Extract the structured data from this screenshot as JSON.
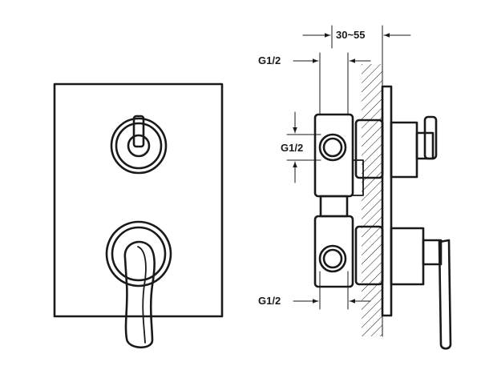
{
  "diagram": {
    "labels": {
      "depth_range": "30~55",
      "top_left_thread": "G1/2",
      "middle_thread": "G1/2",
      "bottom_thread": "G1/2"
    },
    "colors": {
      "stroke": "#1a1a1a",
      "background": "#ffffff"
    }
  }
}
